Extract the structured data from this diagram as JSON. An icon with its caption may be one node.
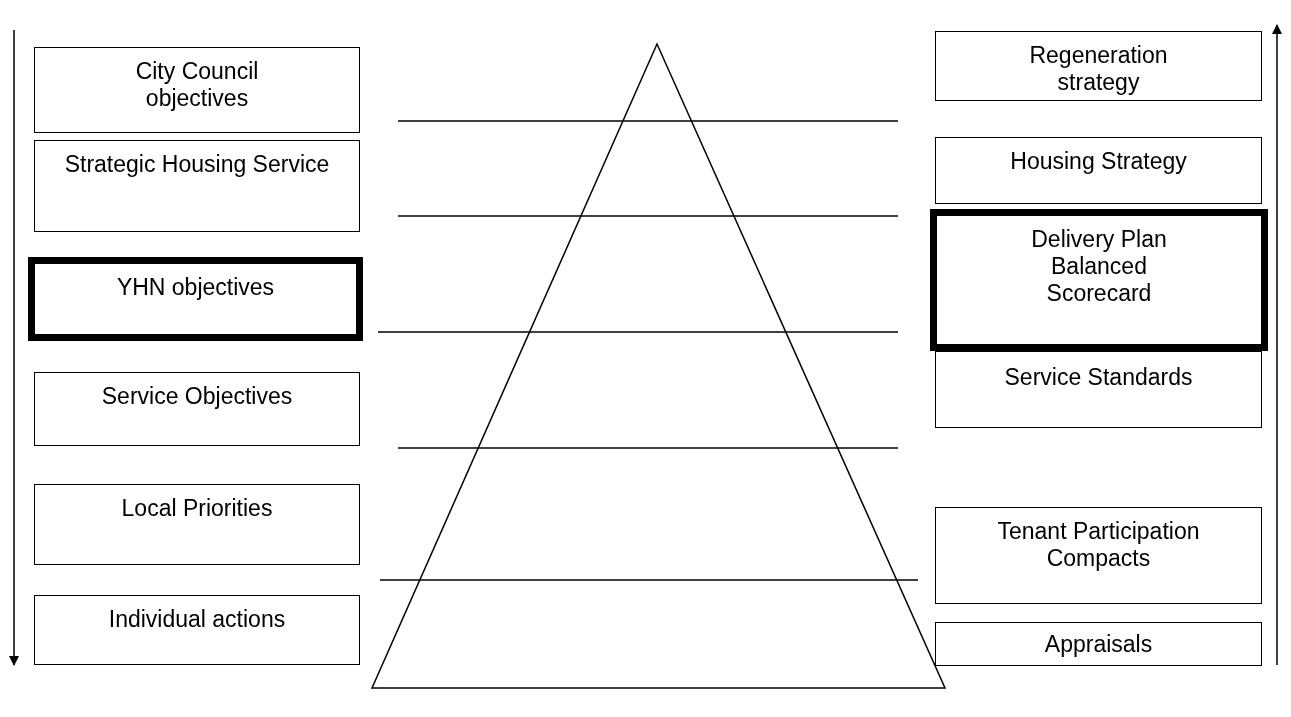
{
  "diagram": {
    "nodes": [
      {
        "text": [
          "City Council objectives"
        ]
      },
      {
        "text": [
          "Strategic Housing Service"
        ]
      },
      {
        "text": [
          "YHN objectives"
        ]
      },
      {
        "text": [
          "Service Objectives"
        ]
      },
      {
        "text": [
          "Local Priorities"
        ]
      },
      {
        "text": [
          "Individual actions"
        ]
      },
      {
        "text": [
          "Regeneration strategy"
        ]
      },
      {
        "text": [
          "Housing Strategy"
        ]
      },
      {
        "text": [
          "Delivery Plan Balanced Scorecard"
        ]
      },
      {
        "text": [
          "Service Standards"
        ]
      },
      {
        "text": [
          "Tenant Participation Compacts"
        ]
      },
      {
        "text": [
          "Appraisals"
        ]
      }
    ]
  }
}
